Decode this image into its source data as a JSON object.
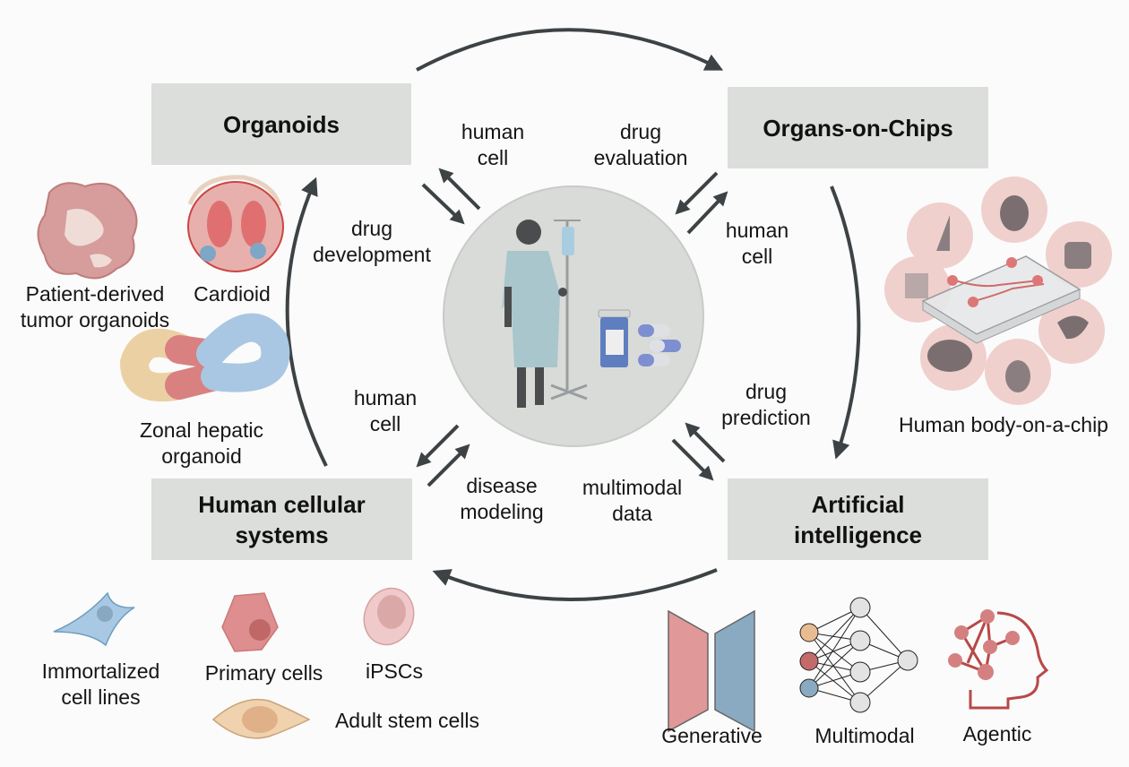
{
  "diagram": {
    "center": {
      "label": "patient-with-iv-and-medication",
      "icons": [
        "patient-icon",
        "iv-drip-icon",
        "pill-bottle-icon",
        "capsule-icon"
      ]
    },
    "boxes": {
      "organoids": "Organoids",
      "organs_on_chips": "Organs-on-Chips",
      "human_cellular_systems": [
        "Human cellular",
        "systems"
      ],
      "artificial_intelligence": [
        "Artificial",
        "intelligence"
      ]
    },
    "arrow_labels": {
      "organoids_to_center": [
        "human",
        "cell"
      ],
      "center_to_organoids": [
        "drug",
        "development"
      ],
      "chips_to_center": [
        "drug",
        "evaluation"
      ],
      "center_to_chips": [
        "human",
        "cell"
      ],
      "cellular_to_center": [
        "human",
        "cell"
      ],
      "center_to_cellular": [
        "disease",
        "modeling"
      ],
      "ai_to_center": [
        "drug",
        "prediction"
      ],
      "center_to_ai": [
        "multimodal",
        "data"
      ]
    },
    "organoid_examples": {
      "tumor": [
        "Patient-derived",
        "tumor organoids"
      ],
      "cardioid": "Cardioid",
      "hepatic": [
        "Zonal hepatic",
        "organoid"
      ]
    },
    "chip_example": "Human body-on-a-chip",
    "cell_types": {
      "immortalized": [
        "Immortalized",
        "cell lines"
      ],
      "primary": "Primary cells",
      "ipscs": "iPSCs",
      "adult_stem": "Adult stem cells"
    },
    "ai_types": {
      "generative": "Generative",
      "multimodal": "Multimodal",
      "agentic": "Agentic"
    },
    "colors": {
      "box_fill": "#dcdedb",
      "arrow": "#3d4245",
      "center_circle": "#d9dbd8",
      "red": "#d98b8b",
      "blue": "#8aaac2",
      "tan": "#e8c9a0",
      "pink_bg": "#efd0cc"
    }
  }
}
